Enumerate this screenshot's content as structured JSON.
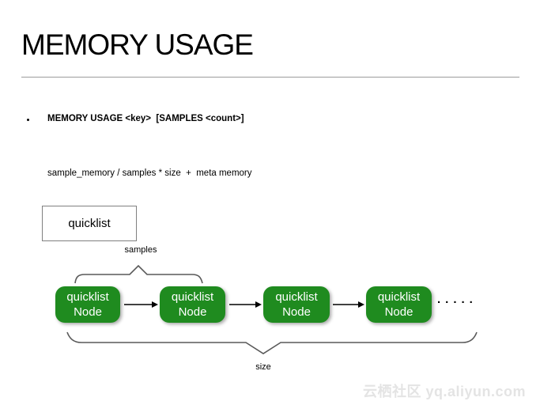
{
  "slide": {
    "title": "MEMORY USAGE",
    "bullet": "MEMORY USAGE <key>  [SAMPLES <count>]",
    "formula": "sample_memory / samples * size  +  meta memory",
    "quicklist_box": "quicklist",
    "samples_label": "samples",
    "size_label": "size",
    "nodes": [
      {
        "line1": "quicklist",
        "line2": "Node"
      },
      {
        "line1": "quicklist",
        "line2": "Node"
      },
      {
        "line1": "quicklist",
        "line2": "Node"
      },
      {
        "line1": "quicklist",
        "line2": "Node"
      }
    ],
    "ellipsis": ".....",
    "watermark": "云栖社区 yq.aliyun.com",
    "colors": {
      "node_green": "#1f8b1f",
      "brace_gray": "#595959",
      "arrow_black": "#000000",
      "rule_gray": "#9c9c9c",
      "watermark_gray": "#e4e4e4"
    }
  }
}
